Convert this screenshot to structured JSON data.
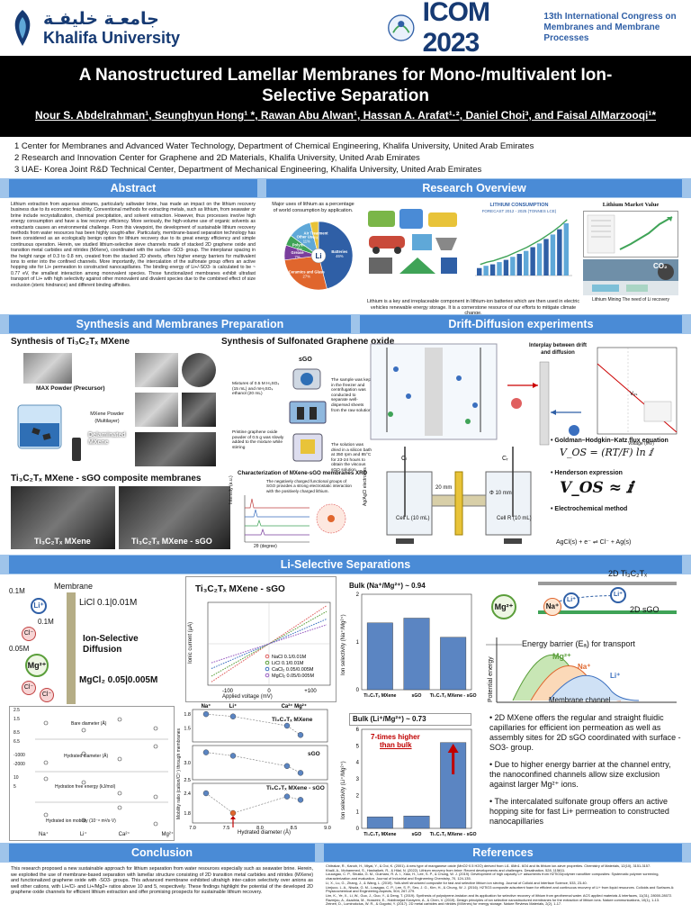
{
  "header": {
    "logo_ar": "جامعـة خليفـة",
    "logo_en": "Khalifa University",
    "conf_name": "ICOM 2023",
    "conf_sub1": "13th International Congress on",
    "conf_sub2": "Membranes and Membrane Processes"
  },
  "title_line1": "A Nanostructured Lamellar Membranes for Mono-/multivalent Ion-",
  "title_line2": "Selective Separation",
  "authors": "Nour S. Abdelrahman¹, Seunghyun Hong¹ *, Rawan Abu Alwan¹, Hassan A. Arafat¹·², Daniel Choi³, and Faisal AlMarzooqi¹*",
  "affiliations": [
    "1 Center for Membranes and Advanced Water Technology, Department of Chemical Engineering, Khalifa University, United Arab Emirates",
    "2 Research and Innovation Center for Graphene and 2D Materials, Khalifa University, United Arab Emirates",
    "3 UAE- Korea Joint R&D Technical Center, Department of Mechanical Engineering, Khalifa University, United Arab Emirates"
  ],
  "sections": {
    "abstract": "Abstract",
    "overview": "Research Overview",
    "synthesis": "Synthesis and Membranes Preparation",
    "drift": "Drift-Diffusion experiments",
    "li_sel": "Li-Selective Separations",
    "conclusion": "Conclusion",
    "references": "References"
  },
  "abstract_text": "Lithium extraction from aqueous streams, particularly saltwater brine, has made an impact on the lithium recovery business due to its economic feasibility. Conventional methods for extracting metals, such as lithium, from seawater or brine include recrystallization, chemical precipitation, and solvent extraction. However, thus processes involve high energy consumption and have a low recovery efficiency. More seriously, the high-volume use of organic solvents as extractants causes an environmental challenge. From this viewpoint, the development of sustainable lithium recovery methods from water resources has been highly sought-after. Particularly, membrane-based separation technology has been considered as an ecologically benign option for lithium recovery due to its great energy efficiency and simple continuous operation. Herein, we studied lithium-selective sieve channels made of stacked 2D graphene oxide and transition metal carbides and nitrides (MXene), coordinated with the surface -SO3- group. The interplanar spacing in the height range of 0.3 to 0.8 nm, created from the stacked 2D sheets, offers higher energy barriers for multivalent ions to enter into the confined channels. More importantly, the intercalation of the sulfonate group offers an active hopping site for Li+ permeation to constructed nanocapillaries. The binding energy of Li+/-SO3- is calculated to be ~ 0.77 eV, the smallest interaction among monovalent species. Those functionalized membranes exhibit ultrafast transport of Li+ with high selectivity against other monovalent and divalent species due to the combined effect of size exclusion (steric hindrance) and different binding affinities.",
  "overview": {
    "pie_title": "Major uses of lithium as a percentage of world consumption by application.",
    "pie_caption": "Lithium is a key and irreplaceable component in lithium-ion batteries which are then used in electric vehicles renewable energy storage. It is a cornerstone resource of our efforts to mitigate climate change.",
    "consumption_title": "LITHIUM CONSUMPTION",
    "consumption_sub": "FORECAST 2012 - 2025 (TONNES LCE)",
    "market_title": "Lithium Market Value",
    "mining_caption": "Lithium Mining The need of Li recovery",
    "co2_label": "CO₂"
  },
  "pie_data": [
    {
      "label": "Batteries",
      "pct": "46%",
      "value": 46,
      "color": "#2f5fa6"
    },
    {
      "label": "Ceramics and Glass",
      "pct": "27%",
      "value": 27,
      "color": "#e0662d"
    },
    {
      "label": "Grease",
      "pct": "7%",
      "value": 7,
      "color": "#7a3e9d"
    },
    {
      "label": "Polymer",
      "pct": "5%",
      "value": 5,
      "color": "#3fa357"
    },
    {
      "label": "Other Uses",
      "pct": "11%",
      "value": 11,
      "color": "#5fa8d8"
    },
    {
      "label": "Air Treatment",
      "pct": "4%",
      "value": 4,
      "color": "#e8c339"
    }
  ],
  "pie_center": "Li",
  "consumption_bars": [
    20,
    26,
    30,
    36,
    42,
    50,
    58,
    66,
    76,
    86,
    98,
    110,
    124,
    140
  ],
  "synthesis": {
    "mxene_title": "Synthesis of Ti₃C₂Tₓ MXene",
    "sgo_title": "Synthesis of Sulfonated Graphene oxide",
    "max_powder": "MAX Powder (Precursor)",
    "mxene_powder": "MXene Powder (Multilayer)",
    "delaminated": "Delaminated MXene",
    "sgo_label": "sGO",
    "sgo_step1": "Mixtures of 0.5 M H₂SO₄ (15 mL) and mH₂SO₄ ethanol (20 mL)",
    "sgo_step2": "The sample was kept in the freezer and centrifugation was conducted to separate well-dispersed sheets from the raw solution",
    "sgo_step3": "Pristine graphene oxide powder of 0.5 g was slowly added to the mixture while stirring",
    "sgo_step4": "The solution was dried in a silicon bath at 350 rpm and 85°C for 23-24 hours to obtain the viscous sGO solution",
    "composite_title": "Ti₃C₂Tₓ MXene - sGO composite membranes",
    "sem_left": "Ti₃C₂Tₓ MXene",
    "sem_right": "Ti₃C₂Tₓ MXene - sGO",
    "xrd_title": "Characterization of MXene-sGO membranes XRD",
    "xrd_caption": "The negatively charged functional groups of SGO provides a strong electrostatic interaction with the positively charged lithium.",
    "xrd_xlabel": "2θ (degree)",
    "xrd_ylabel": "Intensity (a.u.)"
  },
  "drift": {
    "interplay": "Interplay between drift and diffusion",
    "ghk": "• Goldman–Hodgkin–Katz flux equation",
    "ghk_eq": "V_OS = (RT/F) ln ⅈ",
    "henderson": "• Henderson expression",
    "henderson_eq": "V_OS ≈ ⅈ",
    "electro": "• Electrochemical method",
    "cell_l": "Cell L (10 mL)",
    "cell_r": "Cell R (10 mL)",
    "cl": "Cₗ",
    "cr": "Cᵣ",
    "gap": "20 mm",
    "dia": "Φ 10 mm",
    "agcl": "AgCl(s) + e⁻ ⇌ Cl⁻ + Ag(s)",
    "electrode": "Ag/AgCl electrodes",
    "iv_xlabel": "Voltage (mV)",
    "iv_ylabel": "Current (μA)",
    "vos_label": "Vₒₛ"
  },
  "li": {
    "membrane": "Membrane",
    "licl": "LiCl 0.1|0.01M",
    "mgcl": "MgCl₂ 0.05|0.005M",
    "ion_diff": "Ion-Selective Diffusion",
    "li_conc": "0.1M",
    "cl_conc": "0.1M",
    "mg_conc": "0.05M",
    "li_ion": "Li⁺",
    "cl_ion": "Cl⁻",
    "mg_ion": "Mg²⁺",
    "iv_title": "Ti₃C₂Tₓ MXene - sGO",
    "iv_xlabel": "Applied voltage (mV)",
    "iv_ylabel": "Ionic current (μA)",
    "bulk1_title": "Bulk (Na⁺/Mg²⁺) ~ 0.94",
    "bulk2_title": "Bulk (Li⁺/Mg²⁺) ~ 0.73",
    "seven_times1": "7-times higher",
    "seven_times2": "than bulk",
    "sel_ylabel1": "Ion selectivity (Na⁺/Mg²⁺)",
    "sel_ylabel2": "Ion selectivity (Li⁺/Mg²⁺)",
    "props_bare": "Bare diameter (Å)",
    "props_hyd": "Hydrated diameter (Å)",
    "props_hfe": "Hydration free energy (kJ/mol)",
    "props_mob": "Hydrated ion mobility (10⁻⁸ m²/s·V)",
    "mob_xlabel": "Hydrated diameter (Å)",
    "mob_ylabel": "Mobility ratio (cation/Cl⁻) through membranes",
    "mob_mx": "Ti₃C₂Tₓ MXene",
    "mob_sgo": "sGO",
    "mob_mxsgo": "Ti₃C₂Tₓ MXene - sGO",
    "schema_mx": "2D Ti₃C₂Tₓ",
    "schema_sgo": "2D sGO",
    "na_ion": "Na⁺",
    "barrier_title": "Energy barrier (Eₐ) for transport",
    "potential_energy": "Potential energy",
    "membrane_channel": "Membrane channel",
    "bullets": [
      "• 2D MXene offers the regular and straight fluidic capillaries for efficient ion permeation as well as assembly sites for 2D sGO coordinated with surface -SO3- group.",
      "• Due to higher energy barrier at the channel entry, the nanoconfined channels allow size exclusion against larger Mg²⁺ ions.",
      "• The intercalated sulfonate group offers an active hopping site for fast Li+ permeation to constructed nanocapillaries"
    ]
  },
  "chart_data": [
    {
      "type": "bar",
      "title": "Bulk (Na⁺/Mg²⁺) ~ 0.94",
      "categories": [
        "Ti₃C₂Tₓ MXene",
        "sGO",
        "Ti₃C₂Tₓ MXene - sGO"
      ],
      "values": [
        1.4,
        1.5,
        1.1
      ],
      "ylabel": "Ion selectivity (Na⁺/Mg²⁺)",
      "ylim": [
        0,
        2
      ],
      "yticks": [
        "0",
        "1",
        "2"
      ]
    },
    {
      "type": "bar",
      "title": "Bulk (Li⁺/Mg²⁺) ~ 0.73",
      "categories": [
        "Ti₃C₂Tₓ MXene",
        "sGO",
        "Ti₃C₂Tₓ MXene - sGO"
      ],
      "values": [
        0.7,
        0.75,
        5.2
      ],
      "ylabel": "Ion selectivity (Li⁺/Mg²⁺)",
      "ylim": [
        0,
        6
      ],
      "yticks": [
        "0",
        "1",
        "2",
        "3",
        "4",
        "5",
        "6"
      ]
    },
    {
      "type": "line",
      "title": "Ti₃C₂Tₓ MXene - sGO",
      "xlabel": "Applied voltage (mV)",
      "ylabel": "Ionic current (μA)",
      "x": [
        -150,
        150
      ],
      "xticks": [
        "-100",
        "0",
        "+100"
      ],
      "series": [
        {
          "name": "NaCl 0.1/0.01M",
          "slope": 1.0,
          "color": "#e06060"
        },
        {
          "name": "LiCl 0.1/0.01M",
          "slope": 0.85,
          "color": "#5a9e3a"
        },
        {
          "name": "CaCl₂ 0.05/0.005M",
          "slope": 0.65,
          "color": "#3a6fbf"
        },
        {
          "name": "MgCl₂ 0.05/0.005M",
          "slope": 0.5,
          "color": "#9a5fc2"
        }
      ]
    },
    {
      "type": "scatter",
      "title": "Mobility ratio",
      "xlabel": "Hydrated diameter (Å)",
      "xlim": [
        7.0,
        9.0
      ],
      "xticks": [
        "7.0",
        "7.5",
        "8.0",
        "8.5",
        "9.0"
      ],
      "ion_labels": [
        "Na⁺",
        "Li⁺",
        "Ca²⁺",
        "Mg²⁺"
      ],
      "series": [
        {
          "name": "Ti₃C₂Tₓ MXene",
          "x": [
            7.2,
            7.6,
            8.4,
            8.6
          ],
          "y": [
            1.8,
            1.75,
            1.55,
            1.35
          ]
        },
        {
          "name": "sGO",
          "x": [
            7.2,
            7.6,
            8.4,
            8.6
          ],
          "y": [
            3.3,
            3.2,
            2.9,
            2.7
          ]
        },
        {
          "name": "Ti₃C₂Tₓ MXene - sGO",
          "x": [
            7.2,
            7.6,
            8.4,
            8.6
          ],
          "y": [
            2.4,
            1.8,
            2.3,
            2.2
          ]
        }
      ]
    }
  ],
  "conclusion_text": "This research proposed a new sustainable approach for lithium separation from water resources especially such as seawater brine. Herein, we exploited the use of membrane-based separation with lamellar structure consisting of 2D transition metal carbides and nitrides (MXene) and functionalized graphene oxide with -SO3- groups. This advanced membrane exhibited ultrahigh inter-cation selectivity over anions as well other cations, with Li+/Cl- and Li+/Mg2+ ratios above 10 and 5, respectively. These findings highlight the potential of the developed 2D graphene oxide channels for efficient lithium extraction and offer promising prospects for sustainable lithium recovery.",
  "references": [
    "Chitrakar, R., Kanoh, H., Miyai, Y., & Ooi, K. (2001). A new type of manganese oxide (MnO2·0.5 H2O) derived from Li1. 6Mn1. 6O4 and its lithium ion-sieve properties. Chemistry of Materials, 12(10), 3151-3157.",
    "Khalil, A., Mohammed, S., Hashaikeh, R., & Hilal, N. (2022). Lithium recovery from brine: Recent developments and challenges. Desalination, 528, 115611.",
    "Loucagao, C. P., Shukla, G. M., Guimaro, R. A. I., Xiao, H., Lee, S. P., & Chung, W. J. (2019). Development of high capacity Li+ adsorbents from H2TiO3/polymer nanofiber composites: Systematic polymer screening, characterization and evaluation. Journal of Industrial and Engineering Chemistry, 70, 124-135.",
    "Li, X., Lu, G., Zhang, J., & Wang, L. (2019). Yolk-shell structured composite for fast and selective lithium ion sieving. Journal of Colloid and Interface Science, 533, 23-40.",
    "Limjuco, L. A., Nisola, G. M., Losagao, C. P., Lee, S. P., Seo, J. G., Kim, H., & Chung, W. J. (2016). H2TiO3 composite adsorbent foam for efficient and continuous recovery of Li+ from liquid resources. Colloids and Surfaces A: Physicochemical and Engineering Aspects, 504, 267-279.",
    "Lim, K., Ye, X., Li, W., Guo, J., Guo, Y., & Deng, T. (2019). Synthesis of polystyrene-instalon and its application for selective recovery of lithium from geothermal water. ACS applied materials & interfaces, 11(31), 28000-28072.",
    "Razmjou, A., Asadnia, M., Hosseini, E., Habibnejad Korayem, A., & Chen, V. (2019). Design principles of ion selective nanostructured membranes for the extraction of lithium ions. Nature communications, 10(1), 1-13.",
    "Zeineri, D., Luminokcius, W. R., & Gogotsi, Y. (2017). 2D metal carbides and nitrides (MXenes) for energy storage. Nature Reviews Materials, 2(2), 1-17."
  ],
  "colors": {
    "section_head": "#4a8bd6",
    "band": "#9fc4ea",
    "brand": "#163a73",
    "accent_red": "#c00000"
  }
}
